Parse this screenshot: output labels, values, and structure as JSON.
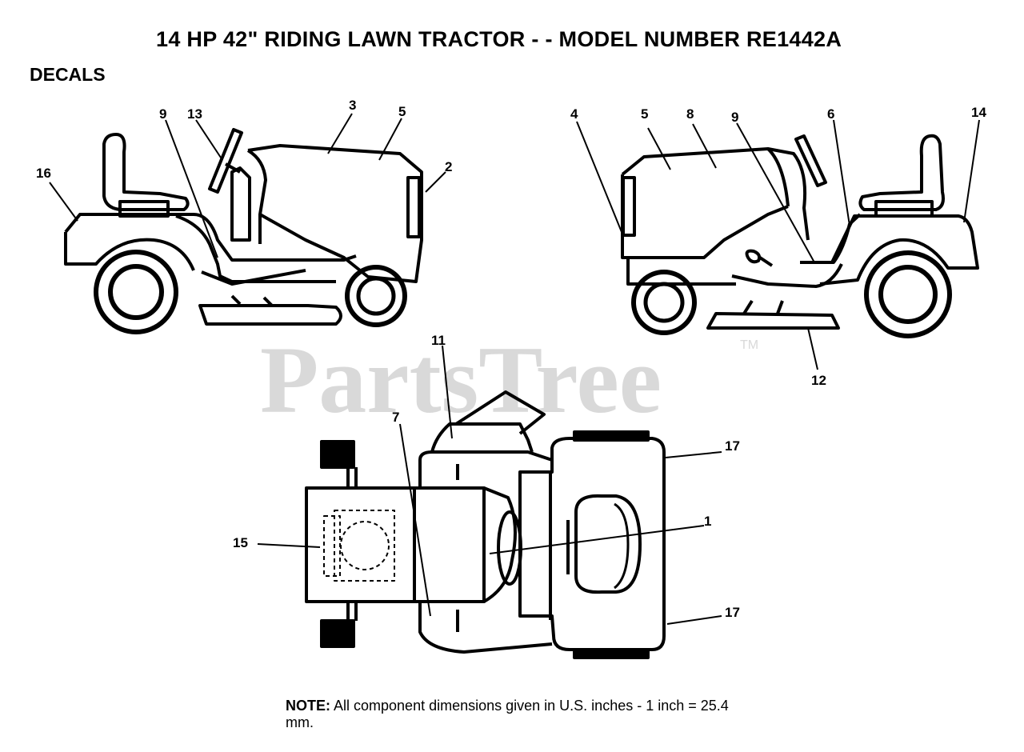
{
  "title": "14 HP 42\" RIDING LAWN TRACTOR - - MODEL NUMBER RE1442A",
  "section_label": "DECALS",
  "watermark": {
    "text": "PartsTree",
    "trademark": "TM"
  },
  "note": {
    "label": "NOTE:",
    "text": "All component dimensions given in U.S. inches - 1 inch = 25.4 mm."
  },
  "callouts": {
    "left_view": {
      "c16": "16",
      "c9": "9",
      "c13": "13",
      "c3": "3",
      "c5": "5",
      "c2": "2"
    },
    "right_view": {
      "c4": "4",
      "c5": "5",
      "c8": "8",
      "c9": "9",
      "c6": "6",
      "c14": "14",
      "c12": "12"
    },
    "top_view": {
      "c11": "11",
      "c7": "7",
      "c17a": "17",
      "c1": "1",
      "c15": "15",
      "c17b": "17"
    }
  }
}
